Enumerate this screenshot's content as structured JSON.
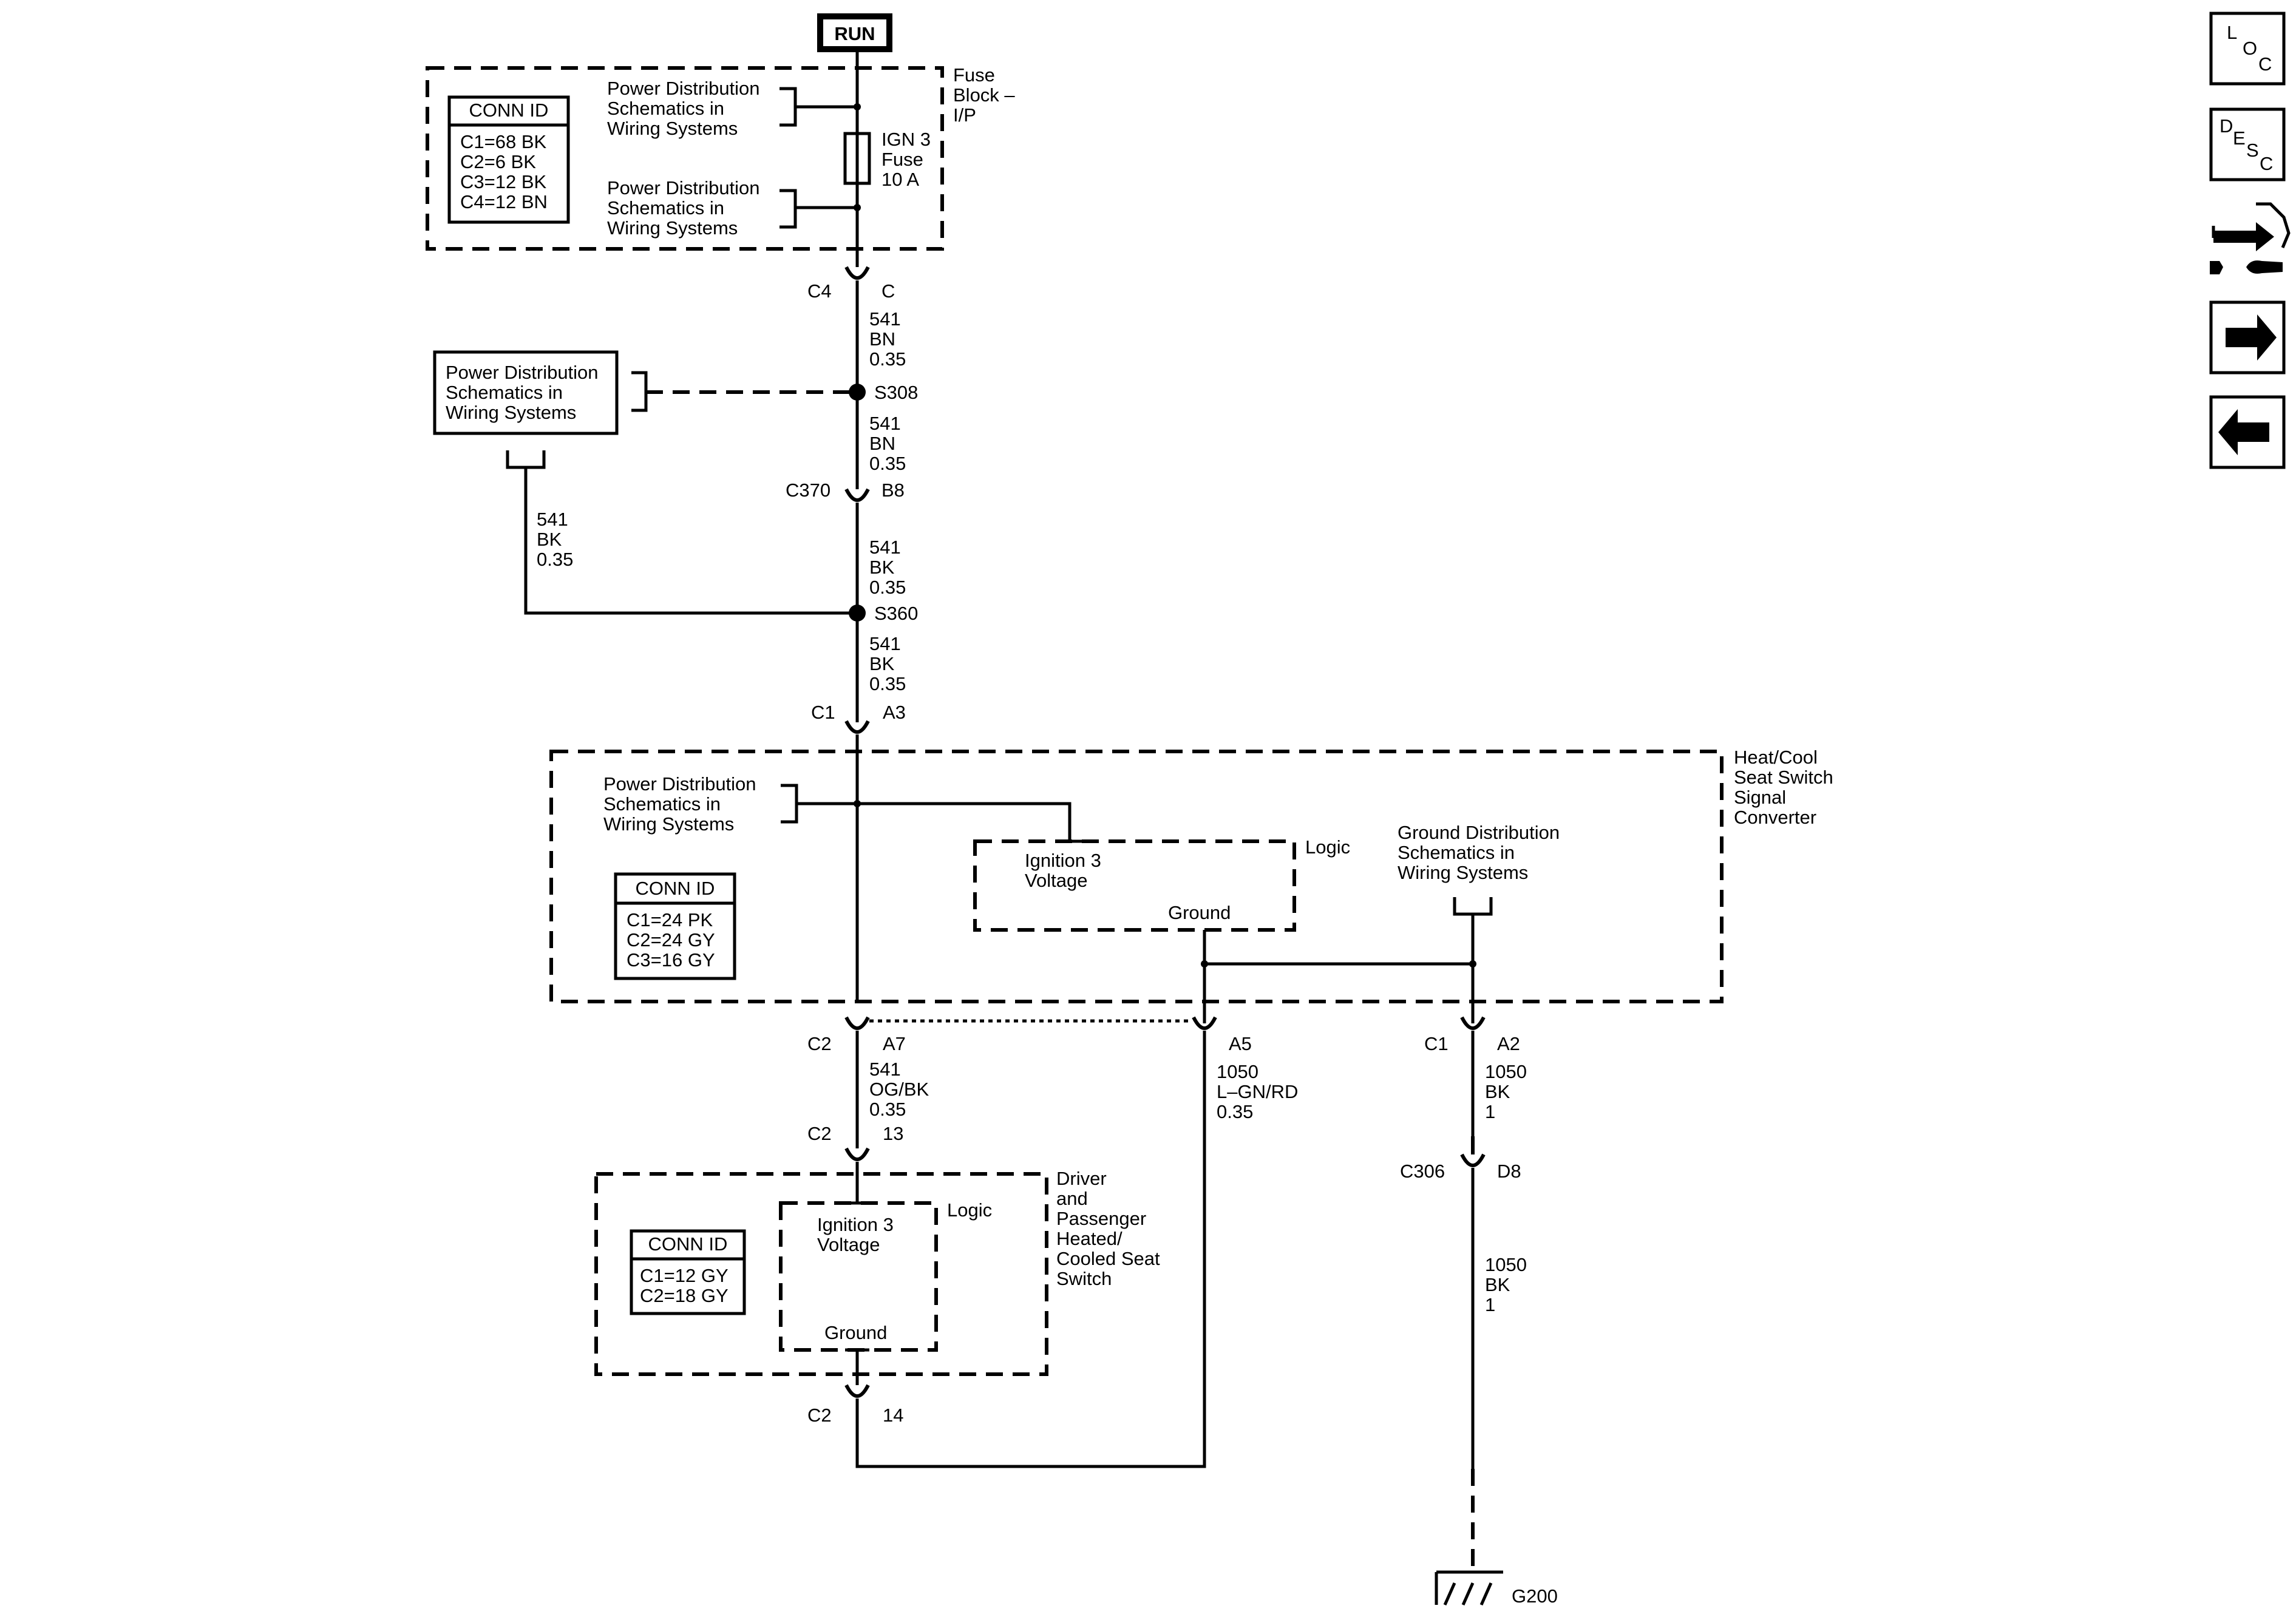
{
  "run_label": "RUN",
  "fuse_block": {
    "label": [
      "Fuse",
      "Block –",
      "I/P"
    ],
    "conn_id_title": "CONN ID",
    "conn_ids": [
      "C1=68 BK",
      "C2=6 BK",
      "C3=12 BK",
      "C4=12 BN"
    ],
    "power_ref_top": [
      "Power Distribution",
      "Schematics in",
      "Wiring Systems"
    ],
    "power_ref_bottom": [
      "Power Distribution",
      "Schematics in",
      "Wiring Systems"
    ],
    "fuse_label": [
      "IGN 3",
      "Fuse",
      "10 A"
    ]
  },
  "connectors": {
    "c4": {
      "name": "C4",
      "pin": "C"
    },
    "c370": {
      "name": "C370",
      "pin": "B8"
    },
    "c1_a3": {
      "name": "C1",
      "pin": "A3"
    },
    "c2_a7": {
      "name": "C2",
      "pin": "A7"
    },
    "a5": {
      "pin": "A5"
    },
    "c1_a2": {
      "name": "C1",
      "pin": "A2"
    },
    "c2_13": {
      "name": "C2",
      "pin": "13"
    },
    "c306": {
      "name": "C306",
      "pin": "D8"
    },
    "c2_14": {
      "name": "C2",
      "pin": "14"
    }
  },
  "wires": {
    "w1": [
      "541",
      "BN",
      "0.35"
    ],
    "w2": [
      "541",
      "BN",
      "0.35"
    ],
    "w3": [
      "541",
      "BK",
      "0.35"
    ],
    "w4": [
      "541",
      "BK",
      "0.35"
    ],
    "w_left": [
      "541",
      "BK",
      "0.35"
    ],
    "w5": [
      "541",
      "OG/BK",
      "0.35"
    ],
    "w6": [
      "1050",
      "L–GN/RD",
      "0.35"
    ],
    "w7": [
      "1050",
      "BK",
      "1"
    ],
    "w8": [
      "1050",
      "BK",
      "1"
    ]
  },
  "splices": {
    "s308": "S308",
    "s360": "S360"
  },
  "power_ref_box": [
    "Power Distribution",
    "Schematics in",
    "Wiring Systems"
  ],
  "signal_converter": {
    "label": [
      "Heat/Cool",
      "Seat Switch",
      "Signal",
      "Converter"
    ],
    "power_ref": [
      "Power Distribution",
      "Schematics in",
      "Wiring Systems"
    ],
    "logic_label": "Logic",
    "ignition_label": [
      "Ignition 3",
      "Voltage"
    ],
    "ground_label": "Ground",
    "ground_ref": [
      "Ground Distribution",
      "Schematics in",
      "Wiring Systems"
    ],
    "conn_id_title": "CONN ID",
    "conn_ids": [
      "C1=24 PK",
      "C2=24 GY",
      "C3=16 GY"
    ]
  },
  "seat_switch": {
    "label": [
      "Driver",
      "and",
      "Passenger",
      "Heated/",
      "Cooled Seat",
      "Switch"
    ],
    "logic_label": "Logic",
    "ignition_label": [
      "Ignition 3",
      "Voltage"
    ],
    "ground_label": "Ground",
    "conn_id_title": "CONN ID",
    "conn_ids": [
      "C1=12 GY",
      "C2=18 GY"
    ]
  },
  "ground_point": "G200",
  "nav_buttons": {
    "loc": [
      "L",
      "O",
      "C"
    ],
    "desc": [
      "D",
      "E",
      "S",
      "C"
    ],
    "icons": [
      "location-button",
      "description-button",
      "connector-tool-icon",
      "next-arrow-icon",
      "previous-arrow-icon"
    ]
  }
}
